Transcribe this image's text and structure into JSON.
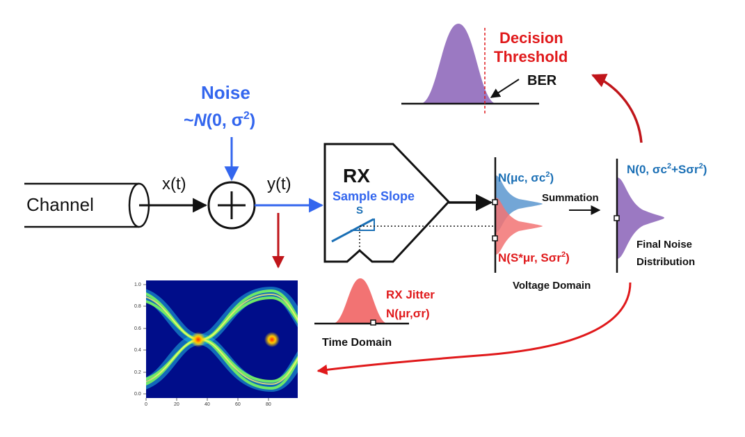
{
  "colors": {
    "blue": "#3366ee",
    "red": "#e0191b",
    "dark_red": "#c0151a",
    "teal": "#1a6fb5",
    "purple": "#9b79c2",
    "blue_fill": "#5b97cf",
    "red_fill": "#f27373",
    "black": "#111111"
  },
  "labels": {
    "channel": "Channel",
    "x_t": "x(t)",
    "y_t": "y(t)",
    "plus": "+",
    "noise_title": "Noise",
    "noise_dist_prefix": "~",
    "noise_dist_n": "N",
    "noise_dist_args": "(0, σ",
    "noise_dist_exp": "2",
    "noise_dist_close": ")",
    "rx": "RX",
    "sample_slope": "Sample Slope",
    "slope_symbol": "S",
    "rx_jitter_title": "RX Jitter",
    "rx_jitter_dist": "N(μr,σr)",
    "time_domain": "Time Domain",
    "n_upper_base": "N(μc, σc",
    "n_upper_exp": "2",
    "n_upper_close": ")",
    "n_lower_base": "N(S*μr, Sσr",
    "n_lower_exp": "2",
    "n_lower_close": ")",
    "voltage_domain": "Voltage Domain",
    "summation": "Summation",
    "final_dist_base": "N(0, σc",
    "final_dist_exp1": "2",
    "final_dist_mid": "+Sσr",
    "final_dist_exp2": "2",
    "final_dist_close": ")",
    "final_noise_line1": "Final Noise",
    "final_noise_line2": "Distribution",
    "decision_line1": "Decision",
    "decision_line2": "Threshold",
    "ber": "BER"
  },
  "eye_diagram": {
    "y_ticks": [
      "1.0",
      "0.8",
      "0.6",
      "0.4",
      "0.2",
      "0.0"
    ],
    "x_ticks": [
      "0",
      "20",
      "40",
      "60",
      "80"
    ]
  }
}
